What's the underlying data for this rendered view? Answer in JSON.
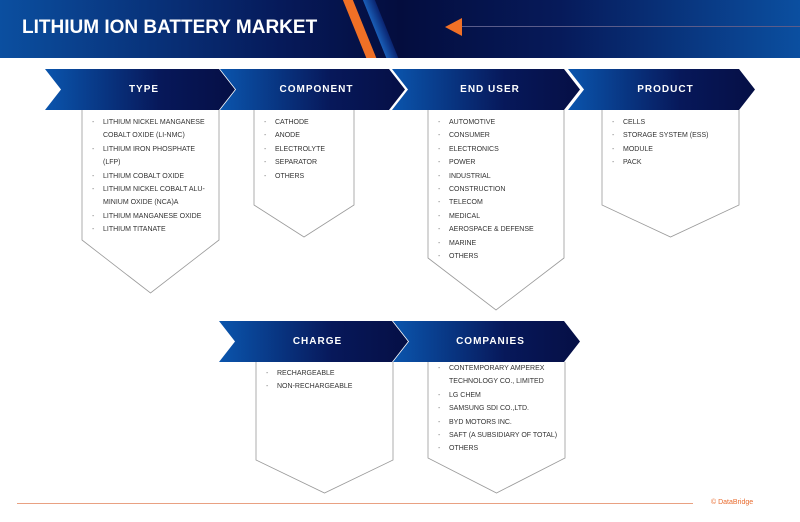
{
  "header": {
    "title": "LITHIUM ION BATTERY MARKET"
  },
  "segments": [
    {
      "label": "TYPE",
      "items": [
        "LITHIUM NICKEL MANGANESE COBALT OXIDE (LI-NMC)",
        "LITHIUM IRON PHOSPHATE (LFP)",
        "LITHIUM COBALT OXIDE",
        "LITHIUM NICKEL COBALT ALU-MINIUM OXIDE (NCA)A",
        "LITHIUM MANGANESE OXIDE",
        "LITHIUM TITANATE"
      ]
    },
    {
      "label": "COMPONENT",
      "items": [
        "CATHODE",
        "ANODE",
        "ELECTROLYTE",
        "SEPARATOR",
        "OTHERS"
      ]
    },
    {
      "label": "END USER",
      "items": [
        "AUTOMOTIVE",
        "CONSUMER",
        "ELECTRONICS",
        "POWER",
        "INDUSTRIAL",
        "CONSTRUCTION",
        "TELECOM",
        "MEDICAL",
        "AEROSPACE & DEFENSE",
        "MARINE",
        "OTHERS"
      ]
    },
    {
      "label": "PRODUCT",
      "items": [
        "CELLS",
        "STORAGE SYSTEM (ESS)",
        "MODULE",
        "PACK"
      ]
    },
    {
      "label": "CHARGE",
      "items": [
        "RECHARGEABLE",
        "NON-RECHARGEABLE"
      ]
    },
    {
      "label": "COMPANIES",
      "items": [
        "CONTEMPORARY AMPEREX TECHNOLOGY CO., LIMITED",
        "LG CHEM",
        "SAMSUNG SDI CO.,LTD.",
        "BYD MOTORS INC.",
        "SAFT (A SUBSIDIARY OF TOTAL)",
        "OTHERS"
      ]
    }
  ],
  "footer": {
    "brand": "© DataBridge"
  }
}
